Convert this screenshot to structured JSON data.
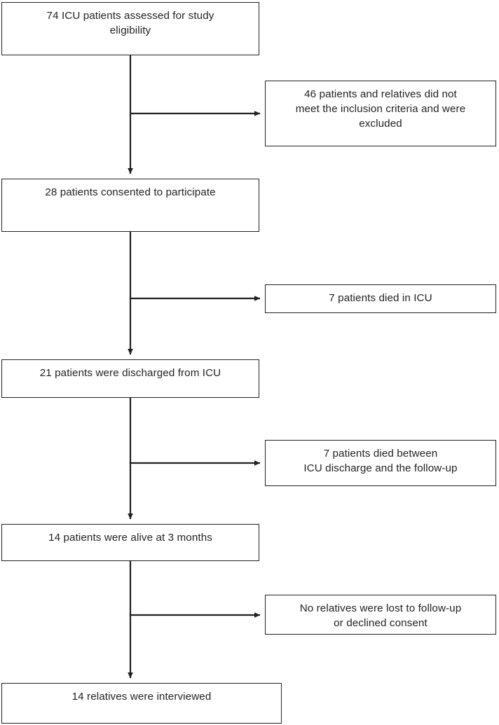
{
  "diagram": {
    "type": "flowchart",
    "title": "CONSORT-style participant flow diagram",
    "orientation": "vertical-with-right-branches",
    "stroke_color": "#231f20",
    "background_color": "#ffffff",
    "main_nodes": [
      {
        "id": "assessed",
        "label": "74 ICU patients assessed for study\neligibility",
        "count": 74
      },
      {
        "id": "consented",
        "label": "28 patients consented to participate",
        "count": 28
      },
      {
        "id": "discharged",
        "label": "21 patients were discharged from ICU",
        "count": 21
      },
      {
        "id": "alive",
        "label": "14 patients were alive at 3 months",
        "count": 14
      },
      {
        "id": "interviewed",
        "label": "14 relatives were interviewed",
        "count": 14
      }
    ],
    "branch_nodes": [
      {
        "id": "excluded",
        "label": "46 patients and relatives did not\nmeet the inclusion criteria and were\nexcluded",
        "count": 46
      },
      {
        "id": "died-icu",
        "label": "7 patients died in ICU",
        "count": 7
      },
      {
        "id": "died-after",
        "label": "7 patients died between\nICU discharge and the follow-up",
        "count": 7
      },
      {
        "id": "no-loss",
        "label": "No relatives were lost to follow-up\nor declined consent",
        "count": 0
      }
    ]
  }
}
